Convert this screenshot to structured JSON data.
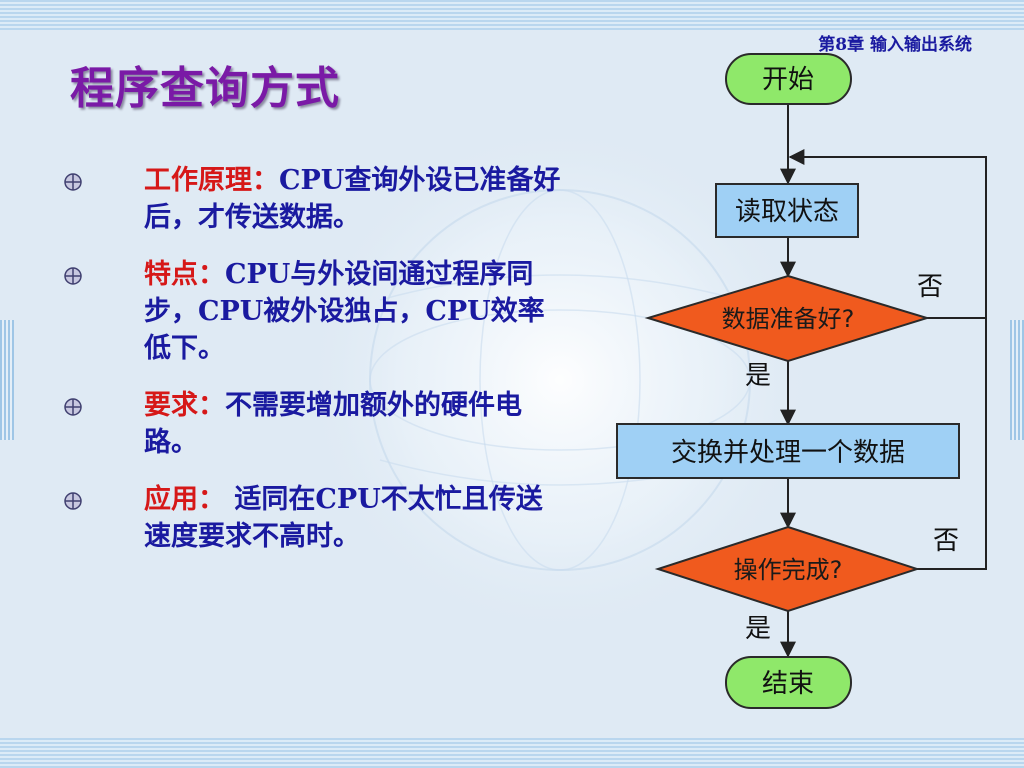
{
  "header": {
    "chapter": "第8章 输入输出系统"
  },
  "title": "程序查询方式",
  "bullets": [
    {
      "label": "工作原理：",
      "text": "CPU查询外设已准备好后，才传送数据。"
    },
    {
      "label": "特点：",
      "text": "CPU与外设间通过程序同步，CPU被外设独占，CPU效率低下。"
    },
    {
      "label": "要求：",
      "text": "不需要增加额外的硬件电路。"
    },
    {
      "label": "应用：",
      "text": " 适同在CPU不太忙且传送速度要求不高时。"
    }
  ],
  "flowchart": {
    "start": "开始",
    "read_status": "读取状态",
    "data_ready": "数据准备好?",
    "no_1": "否",
    "yes_1": "是",
    "exchange": "交换并处理一个数据",
    "op_done": "操作完成?",
    "no_2": "否",
    "yes_2": "是",
    "end": "结束"
  },
  "colors": {
    "title": "#7a1aa6",
    "label": "#d61818",
    "body_text": "#1a1aa0",
    "terminal_fill": "#8fe86a",
    "process_fill": "#9fd0f5",
    "decision_fill": "#f05a1e"
  }
}
